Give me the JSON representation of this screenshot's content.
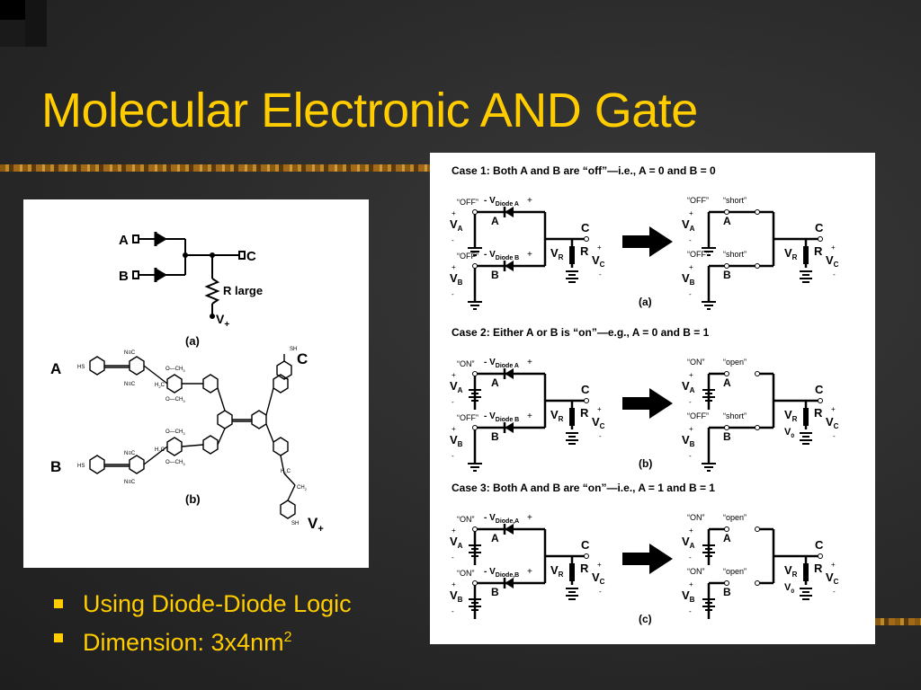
{
  "title": "Molecular Electronic AND Gate",
  "bullets": [
    {
      "text": "Using Diode-Diode Logic"
    },
    {
      "text": "Dimension: 3x4nm",
      "superscript": "2"
    }
  ],
  "left_figure": {
    "part_a": {
      "label": "(a)",
      "input_a": "A",
      "input_b": "B",
      "output": "C",
      "resistor": "R large",
      "supply": "V",
      "supply_sub": "+"
    },
    "part_b": {
      "label": "(b)",
      "input_a": "A",
      "input_b": "B",
      "output": "C",
      "supply": "V",
      "supply_sub": "+",
      "groups": [
        "HS",
        "N≡C",
        "O—CH",
        "3",
        "H",
        "2",
        "C",
        "CH",
        "SH"
      ]
    }
  },
  "right_figure": {
    "cases": [
      {
        "heading": "Case 1:  Both A and B are “off”—i.e., A = 0 and B = 0",
        "label": "(a)",
        "left_top": "“OFF”",
        "left_bottom": "“OFF”",
        "right_top_state": "“OFF”",
        "right_bottom_state": "“OFF”",
        "right_top_switch": "“short”",
        "right_bottom_switch": "“short”",
        "diode_top_sub": "Diode A",
        "diode_bottom_sub": "Diode B"
      },
      {
        "heading": "Case 2:  Either A or B is “on”—e.g., A = 0 and B = 1",
        "label": "(b)",
        "left_top": "“ON”",
        "left_bottom": "“OFF”",
        "right_top_state": "“ON”",
        "right_bottom_state": "“OFF”",
        "right_top_switch": "“open”",
        "right_bottom_switch": "“short”",
        "diode_top_sub": "Diode A",
        "diode_bottom_sub": "Diode B"
      },
      {
        "heading": "Case 3:  Both A and B are “on”—i.e., A = 1 and B = 1",
        "label": "(c)",
        "left_top": "“ON”",
        "left_bottom": "“ON”",
        "right_top_state": "“ON”",
        "right_bottom_state": "“ON”",
        "right_top_switch": "“open”",
        "right_bottom_switch": "“open”",
        "diode_top_sub": "Diode,A",
        "diode_bottom_sub": "Diode,B"
      }
    ],
    "symbols": {
      "v": "V",
      "a": "A",
      "b": "B",
      "c": "C",
      "r": "R",
      "sub_r": "R",
      "sub_c": "C",
      "sub_0": "0",
      "plus": "+",
      "minus": "-",
      "neg_v": "- V"
    }
  },
  "colors": {
    "background": "#2a2a2a",
    "title": "#FFCC00",
    "bullet": "#FFCC00",
    "figure_bg": "#ffffff"
  }
}
